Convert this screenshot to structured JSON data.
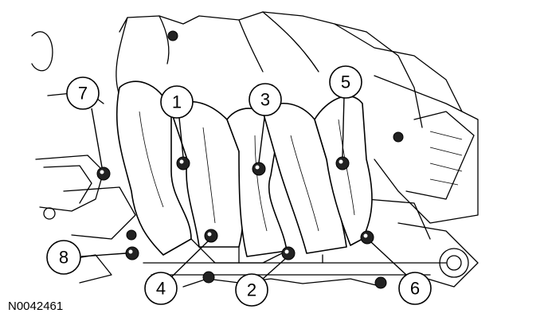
{
  "figure_id": "N0042461",
  "callouts": [
    {
      "number": "1"
    },
    {
      "number": "3"
    },
    {
      "number": "5"
    },
    {
      "number": "7"
    },
    {
      "number": "8"
    },
    {
      "number": "4"
    },
    {
      "number": "2"
    },
    {
      "number": "6"
    }
  ]
}
